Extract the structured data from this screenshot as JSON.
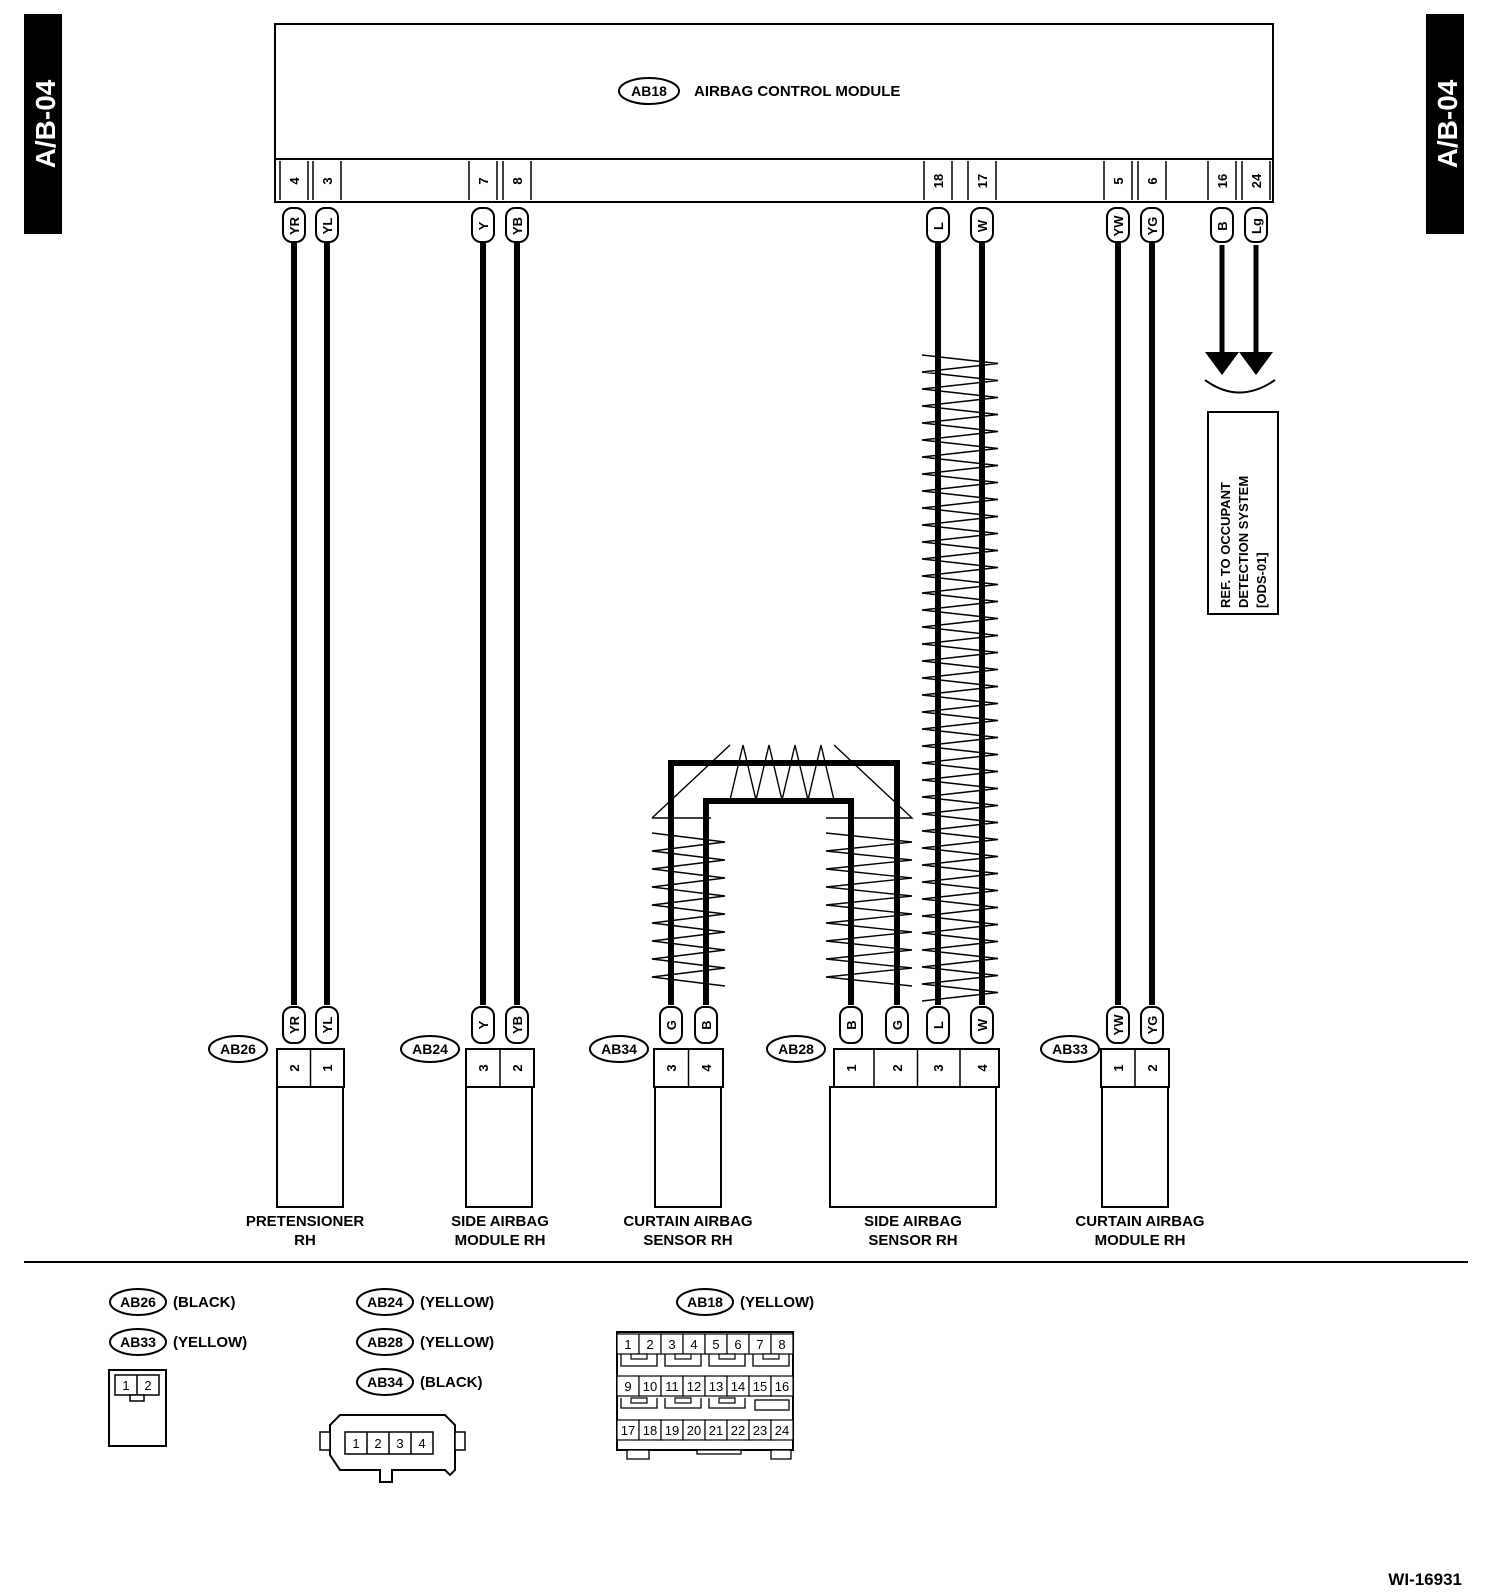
{
  "side_tab": {
    "left": "A/B-04",
    "right": "A/B-04"
  },
  "module": {
    "code": "AB18",
    "name": "AIRBAG CONTROL MODULE"
  },
  "top_pins": [
    {
      "pin": "4",
      "wire": "YR"
    },
    {
      "pin": "3",
      "wire": "YL"
    },
    {
      "pin": "7",
      "wire": "Y"
    },
    {
      "pin": "8",
      "wire": "YB"
    },
    {
      "pin": "18",
      "wire": "L"
    },
    {
      "pin": "17",
      "wire": "W"
    },
    {
      "pin": "5",
      "wire": "YW"
    },
    {
      "pin": "6",
      "wire": "YG"
    },
    {
      "pin": "16",
      "wire": "B"
    },
    {
      "pin": "24",
      "wire": "Lg"
    }
  ],
  "reference": {
    "lines": [
      "REF. TO OCCUPANT",
      "DETECTION SYSTEM",
      "[ODS-01]"
    ]
  },
  "components": [
    {
      "code": "AB26",
      "name": [
        "PRETENSIONER",
        "RH"
      ],
      "pins": [
        {
          "pin": "2",
          "wire": "YR"
        },
        {
          "pin": "1",
          "wire": "YL"
        }
      ]
    },
    {
      "code": "AB24",
      "name": [
        "SIDE AIRBAG",
        "MODULE RH"
      ],
      "pins": [
        {
          "pin": "3",
          "wire": "Y"
        },
        {
          "pin": "2",
          "wire": "YB"
        }
      ]
    },
    {
      "code": "AB34",
      "name": [
        "CURTAIN AIRBAG",
        "SENSOR RH"
      ],
      "pins": [
        {
          "pin": "3",
          "wire": "G"
        },
        {
          "pin": "4",
          "wire": "B"
        }
      ]
    },
    {
      "code": "AB28",
      "name": [
        "SIDE AIRBAG",
        "SENSOR RH"
      ],
      "pins": [
        {
          "pin": "1",
          "wire": "B"
        },
        {
          "pin": "2",
          "wire": "G"
        },
        {
          "pin": "3",
          "wire": "L"
        },
        {
          "pin": "4",
          "wire": "W"
        }
      ]
    },
    {
      "code": "AB33",
      "name": [
        "CURTAIN AIRBAG",
        "MODULE RH"
      ],
      "pins": [
        {
          "pin": "1",
          "wire": "YW"
        },
        {
          "pin": "2",
          "wire": "YG"
        }
      ]
    }
  ],
  "legend": {
    "group1": [
      {
        "code": "AB26",
        "color": "(BLACK)"
      },
      {
        "code": "AB33",
        "color": "(YELLOW)"
      }
    ],
    "group1_pins": [
      "1",
      "2"
    ],
    "group2": [
      {
        "code": "AB24",
        "color": "(YELLOW)"
      },
      {
        "code": "AB28",
        "color": "(YELLOW)"
      },
      {
        "code": "AB34",
        "color": "(BLACK)"
      }
    ],
    "group2_pins": [
      "1",
      "2",
      "3",
      "4"
    ],
    "group3": [
      {
        "code": "AB18",
        "color": "(YELLOW)"
      }
    ],
    "group3_pins": [
      "1",
      "2",
      "3",
      "4",
      "5",
      "6",
      "7",
      "8",
      "9",
      "10",
      "11",
      "12",
      "13",
      "14",
      "15",
      "16",
      "17",
      "18",
      "19",
      "20",
      "21",
      "22",
      "23",
      "24"
    ]
  },
  "footer_id": "WI-16931"
}
